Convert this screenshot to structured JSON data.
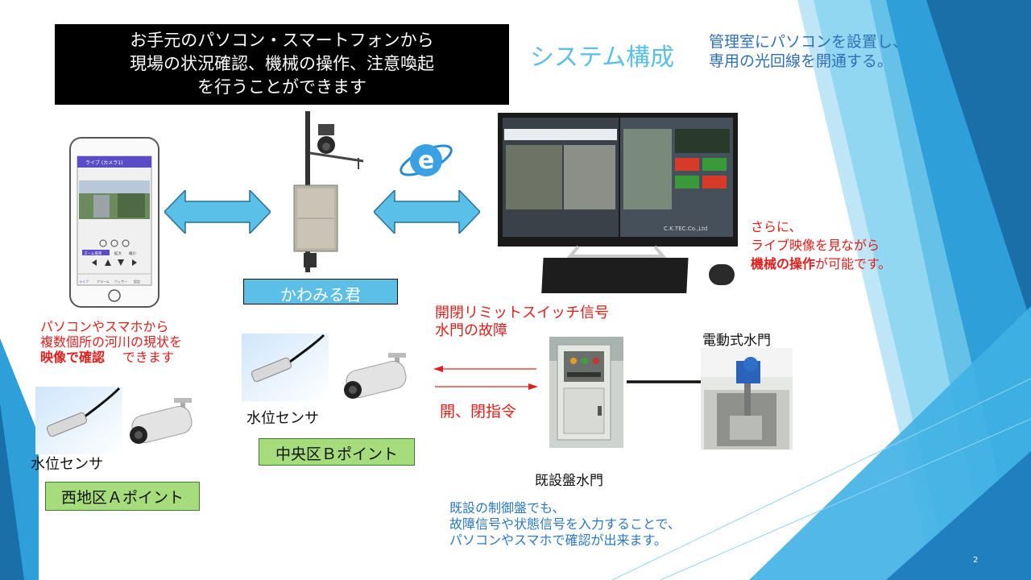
{
  "header": {
    "lines": [
      "お手元のパソコン・スマートフォンから",
      "現場の状況確認、機械の操作、注意喚起",
      "を行うことができます"
    ]
  },
  "title": "システム構成",
  "subtitle": {
    "lines": [
      "管理室にパソコンを設置し、",
      "専用の光回線を開通する。"
    ]
  },
  "kawamiru_label": "かわみる君",
  "operation_note": {
    "line1": "さらに、",
    "line2": "ライブ映像を見ながら",
    "line3_bold": "機械の操作",
    "line3_rest": "が可能です。"
  },
  "pc_note": {
    "line1": "パソコンやスマホから",
    "line2": "複数個所の河川の現状を",
    "line3_bold": "映像で確認",
    "line3_rest": "できます"
  },
  "signals": {
    "line1": "開閉リミットスイッチ信号",
    "line2": "水門の故障",
    "command": "開、閉指令"
  },
  "gate_label": "電動式水門",
  "panel_label": "既設盤水門",
  "panel_note": {
    "lines": [
      "既設の制御盤でも、",
      "故障信号や状態信号を入力することで、",
      "パソコンやスマホで確認が出来ます。"
    ]
  },
  "point_b": {
    "sensor_label": "水位センサ",
    "point_label": "中央区Ｂポイント"
  },
  "point_a": {
    "sensor_label": "水位センサ",
    "point_label": "西地区Ａポイント"
  },
  "monitor_brand": "C.K.TEC.Co.,Ltd",
  "page_number": "2",
  "phone_screen": {
    "header": "ライブ (カメラ1)",
    "buttons": [
      "ズーム倍率",
      "拡大",
      "縮小"
    ],
    "tabs": [
      "ライブ",
      "アラーム",
      "ウェザー",
      "設定"
    ]
  },
  "colors": {
    "arrow_fill": "#5bc0e8",
    "label_green": "#a6dc7c",
    "accent_blue": "#2b78c2",
    "alert_red": "#e0201c"
  }
}
